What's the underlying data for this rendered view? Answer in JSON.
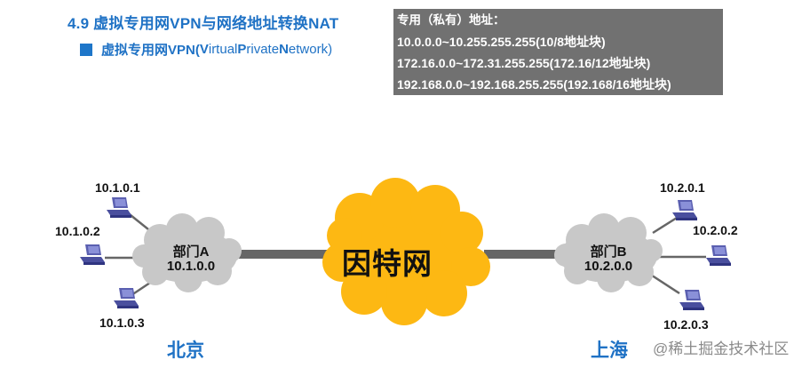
{
  "header": {
    "title": "4.9 虚拟专用网VPN与网络地址转换NAT",
    "subtitle_cn": "虚拟专用网VPN(",
    "subtitle_v": "V",
    "subtitle_irtual": "irtual ",
    "subtitle_p": "P",
    "subtitle_rivate": "rivate ",
    "subtitle_n": "N",
    "subtitle_etwork": "etwork)",
    "accent_color": "#1f72c5"
  },
  "private_address_box": {
    "heading": "专用（私有）地址：",
    "ranges": [
      "10.0.0.0~10.255.255.255(10/8地址块)",
      "172.16.0.0~172.31.255.255(172.16/12地址块)",
      "192.168.0.0~192.168.255.255(192.168/16地址块)"
    ],
    "bg_color": "#717171"
  },
  "diagram": {
    "internet": {
      "label": "因特网",
      "color": "#fdb813"
    },
    "site_a": {
      "city": "北京",
      "dept": "部门A",
      "network": "10.1.0.0",
      "hosts": [
        "10.1.0.1",
        "10.1.0.2",
        "10.1.0.3"
      ]
    },
    "site_b": {
      "city": "上海",
      "dept": "部门B",
      "network": "10.2.0.0",
      "hosts": [
        "10.2.0.1",
        "10.2.0.2",
        "10.2.0.3"
      ]
    },
    "cloud_color": "#c8c8c8",
    "link_color": "#666666"
  },
  "watermark": "@稀土掘金技术社区"
}
